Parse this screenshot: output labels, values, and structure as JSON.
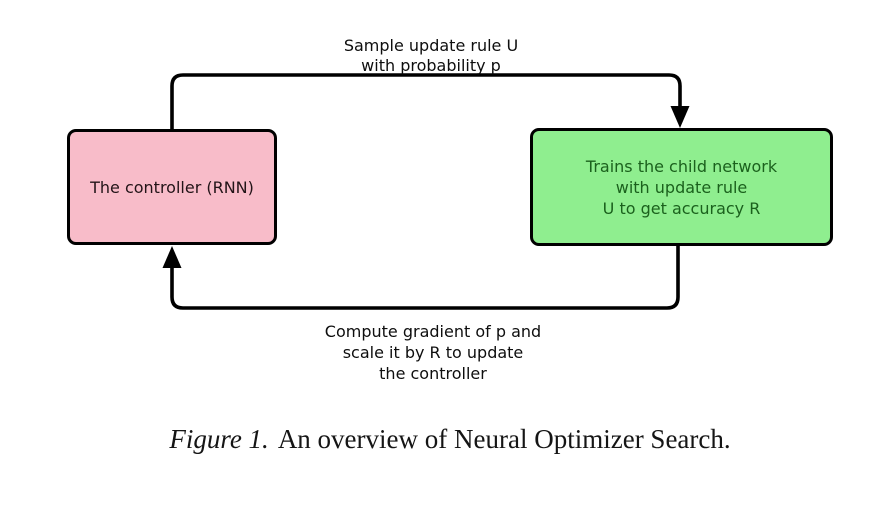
{
  "diagram": {
    "background": "#ffffff",
    "arrow_color": "#000000",
    "top_arrow_label": {
      "lines": [
        "Sample update rule U",
        "with probability p"
      ]
    },
    "controller_box": {
      "text": "The controller (RNN)",
      "fill": "#f8bcc9",
      "border": "#000000",
      "text_color": "#231418"
    },
    "child_network_box": {
      "lines": [
        "Trains the child network",
        "with update rule",
        "U to get accuracy R"
      ],
      "fill": "#8fee8f",
      "border": "#000000",
      "text_color": "#1b611d"
    },
    "bottom_arrow_label": {
      "lines": [
        "Compute gradient of p and",
        "scale it by R to update",
        "the controller"
      ]
    }
  },
  "caption": {
    "figure_label": "Figure 1.",
    "text": "An overview of Neural Optimizer Search."
  }
}
